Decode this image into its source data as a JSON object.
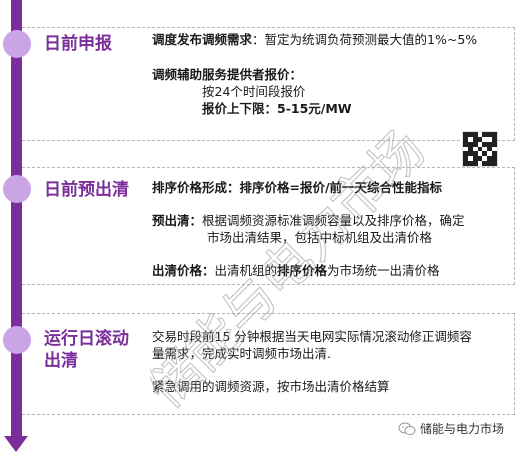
{
  "stages": [
    {
      "title": "日前申报",
      "lines": [
        {
          "label": "调度发布调频需求",
          "text": "：暂定为统调负荷预测最大值的1%~5%"
        },
        {
          "label": "调频辅助服务提供者报价：",
          "text": ""
        },
        {
          "label": "",
          "text": "按24个时间段报价"
        },
        {
          "label": "报价上下限：5-15元/MW",
          "text": ""
        }
      ]
    },
    {
      "title": "日前预出清",
      "lines": [
        {
          "label": "排序价格形成：排序价格=报价/前一天综合性能指标",
          "text": ""
        },
        {
          "label": "预出清：",
          "text": "根据调频资源标准调频容量以及排序价格，确定"
        },
        {
          "label": "",
          "text": "市场出清结果，包括中标机组及出清价格"
        },
        {
          "label": "出清价格：",
          "text": "出清机组的",
          "label2": "排序价格",
          "text2": "为市场统一出清价格"
        }
      ]
    },
    {
      "title_line1": "运行日滚动",
      "title_line2": "出清",
      "lines": [
        {
          "text": "交易时段前15 分钟根据当天电网实际情况滚动修正调频容"
        },
        {
          "text": "量需求，完成实时调频市场出清."
        },
        {
          "text": "紧急调用的调频资源，按市场出清价格结算"
        }
      ]
    }
  ],
  "watermark": {
    "text": "储能与电力市场"
  },
  "brand": {
    "name": "储能与电力市场",
    "icon": "wechat-icon"
  },
  "colors": {
    "accent": "#7a2e9a",
    "node": "#c9a5e6"
  }
}
